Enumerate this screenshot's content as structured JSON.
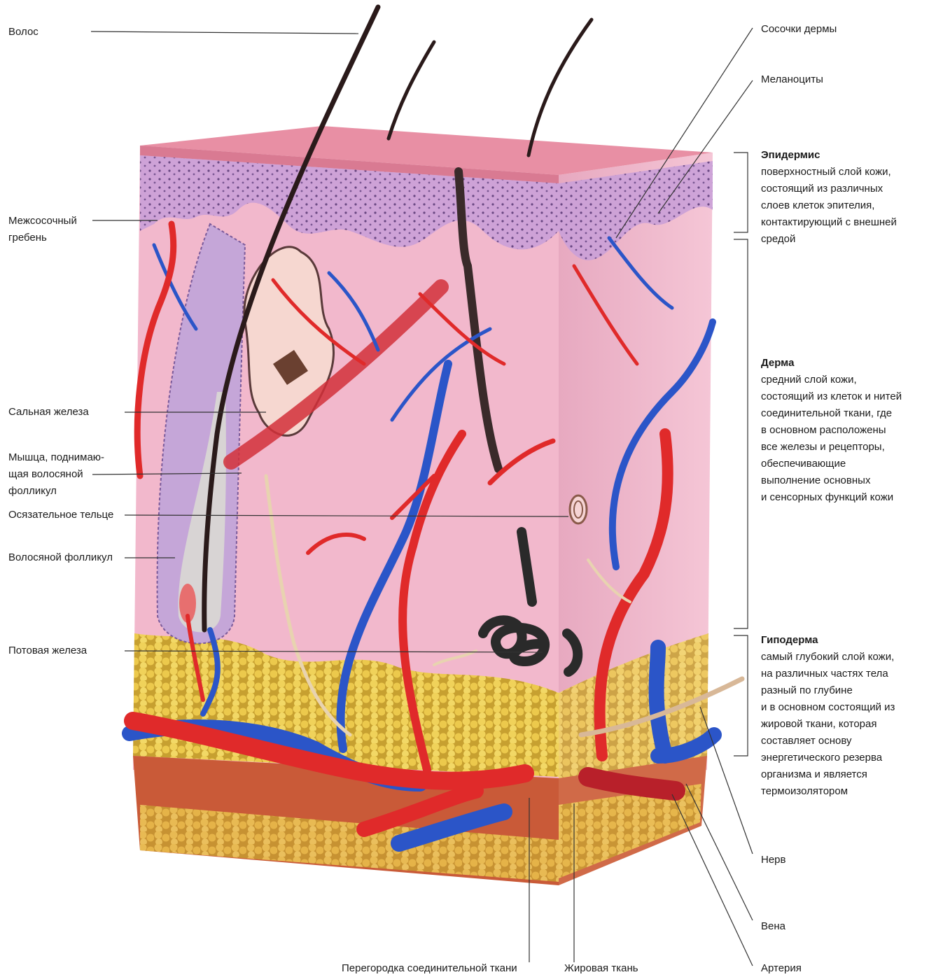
{
  "left_labels": {
    "hair": "Волос",
    "interpapillary_ridge": "Межсосочный\nгребень",
    "sebaceous_gland": "Сальная железа",
    "arrector_muscle": "Мышца, поднимаю-\nщая волосяной\nфолликул",
    "tactile_corpuscle": "Осязательное тельце",
    "hair_follicle": "Волосяной фолликул",
    "sweat_gland": "Потовая железа"
  },
  "right_labels": {
    "dermal_papillae": "Сосочки дермы",
    "melanocytes": "Меланоциты",
    "nerve": "Нерв",
    "vein": "Вена",
    "artery": "Артерия"
  },
  "bottom_labels": {
    "septum": "Перегородка соединительной ткани",
    "adipose": "Жировая ткань"
  },
  "layers": {
    "epidermis": {
      "title": "Эпидермис",
      "text": "поверхностный слой кожи,\nсостоящий из различных\nслоев клеток эпителия,\nконтактирующий с внешней\nсредой"
    },
    "dermis": {
      "title": "Дерма",
      "text": "средний слой кожи,\nсостоящий из клеток и нитей\nсоединительной ткани, где\nв основном расположены\nвсе железы и рецепторы,\nобеспечивающие\nвыполнение основных\nи сенсорных функций кожи"
    },
    "hypodermis": {
      "title": "Гиподерма",
      "text": "самый глубокий слой кожи,\nна различных частях тела\nразный по глубине\nи в основном состоящий из\nжировой ткани, которая\nсоставляет основу\nэнергетического резерва\nорганизма и является\nтермоизолятором"
    }
  },
  "colors": {
    "dermis": "#f2b8cc",
    "epidermis": "#c9a2d6",
    "fat": "#e8c64a",
    "artery": "#e02a2a",
    "vein": "#2b55c8",
    "nerve": "#e8d3b0",
    "hair": "#2a1a1a"
  }
}
